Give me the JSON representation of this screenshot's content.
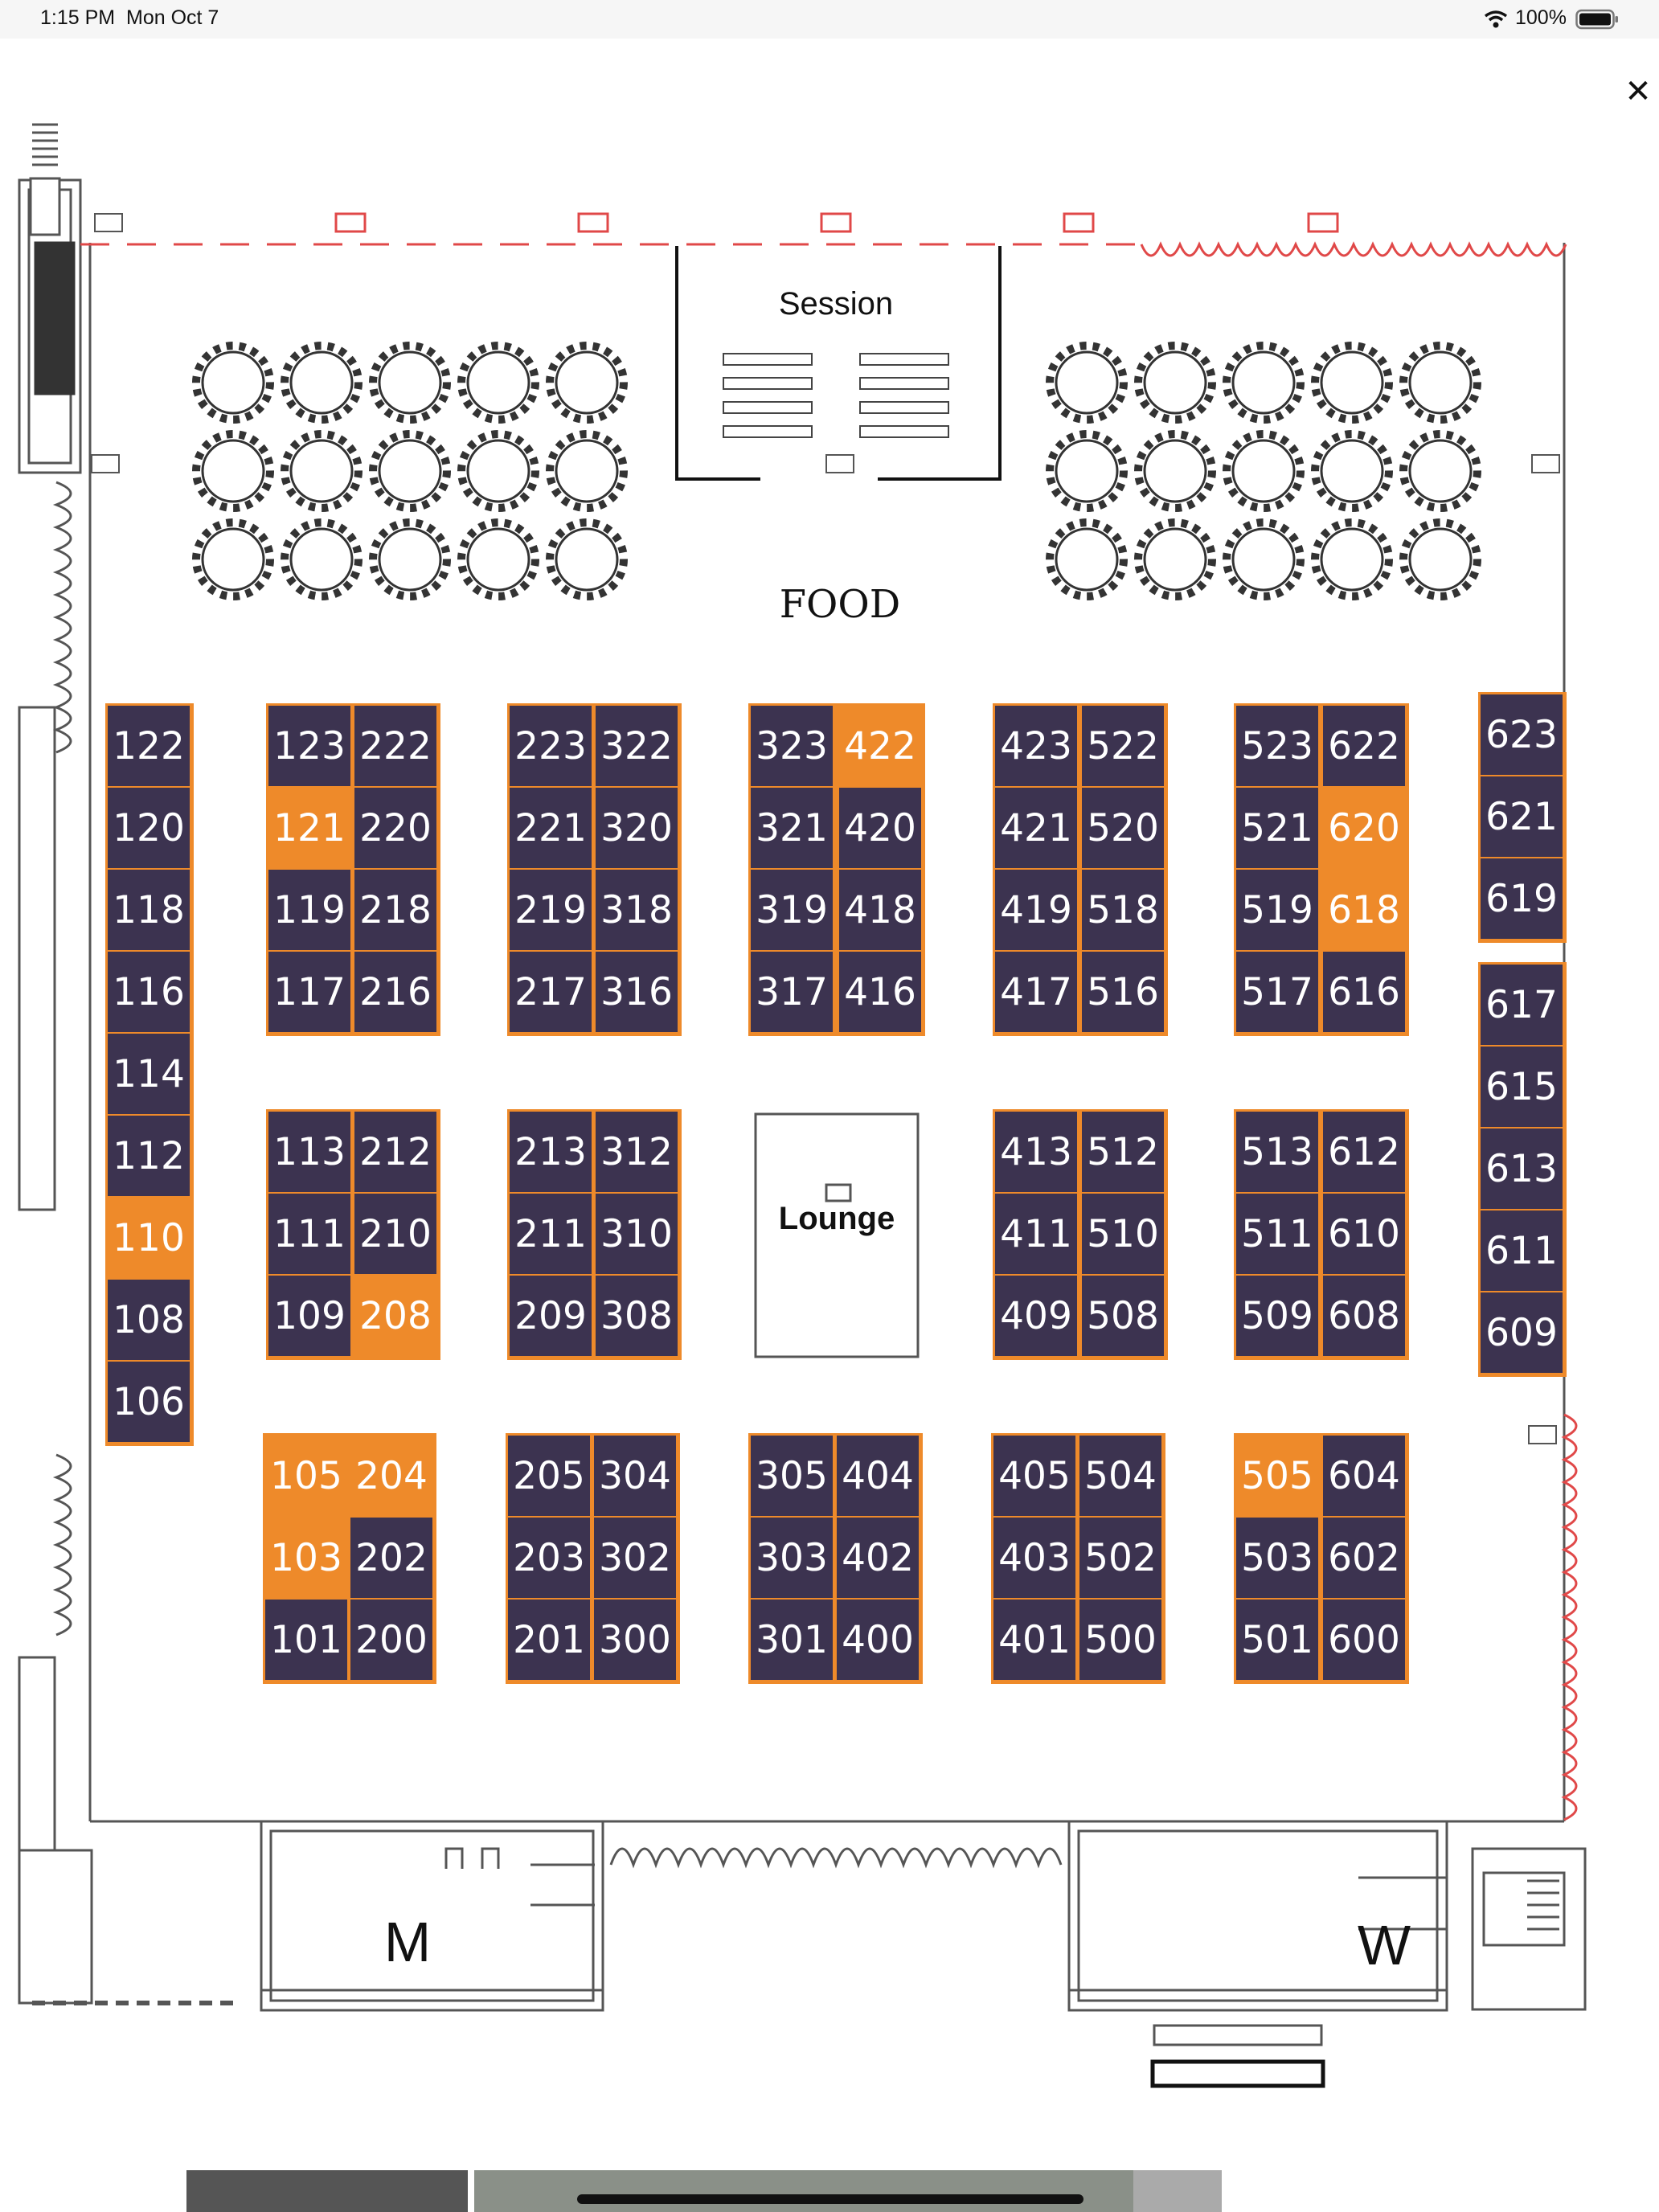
{
  "status_bar": {
    "time": "1:15 PM",
    "date": "Mon Oct 7",
    "battery": "100%",
    "icons": [
      "wifi-icon",
      "battery-icon"
    ]
  },
  "map": {
    "labels": {
      "session": "Session",
      "food": "FOOD",
      "lounge": "Lounge",
      "mens": "M",
      "womens": "W"
    },
    "colors": {
      "booth": "#3c3350",
      "highlight": "#ee8a2a",
      "border": "#ee8a2a",
      "wall": "#555555",
      "entry": "#e04848"
    },
    "booth_columns": [
      [
        "122",
        "120",
        "118",
        "116",
        "114",
        "112",
        "110",
        "108",
        "106"
      ],
      [
        "123",
        "121",
        "119",
        "117"
      ],
      [
        "222",
        "220",
        "218",
        "216"
      ],
      [
        "223",
        "221",
        "219",
        "217"
      ],
      [
        "322",
        "320",
        "318",
        "316"
      ],
      [
        "323",
        "321",
        "319",
        "317"
      ],
      [
        "422",
        "420",
        "418",
        "416"
      ],
      [
        "423",
        "421",
        "419",
        "417"
      ],
      [
        "522",
        "520",
        "518",
        "516"
      ],
      [
        "523",
        "521",
        "519",
        "517"
      ],
      [
        "622",
        "620",
        "618",
        "616"
      ],
      [
        "623",
        "621",
        "619"
      ],
      [
        "617",
        "615",
        "613",
        "611",
        "609"
      ],
      [
        "113",
        "111",
        "109"
      ],
      [
        "212",
        "210",
        "208"
      ],
      [
        "213",
        "211",
        "209"
      ],
      [
        "312",
        "310",
        "308"
      ],
      [
        "413",
        "411",
        "409"
      ],
      [
        "512",
        "510",
        "508"
      ],
      [
        "513",
        "511",
        "509"
      ],
      [
        "612",
        "610",
        "608"
      ],
      [
        "105",
        "103",
        "101"
      ],
      [
        "204",
        "202",
        "200"
      ],
      [
        "205",
        "203",
        "201"
      ],
      [
        "304",
        "302",
        "300"
      ],
      [
        "305",
        "303",
        "301"
      ],
      [
        "404",
        "402",
        "400"
      ],
      [
        "405",
        "403",
        "401"
      ],
      [
        "504",
        "502",
        "500"
      ],
      [
        "505",
        "503",
        "501"
      ],
      [
        "604",
        "602",
        "600"
      ]
    ],
    "highlighted_booths": [
      "110",
      "121",
      "422",
      "620",
      "618",
      "208",
      "105",
      "204",
      "103",
      "505"
    ]
  }
}
